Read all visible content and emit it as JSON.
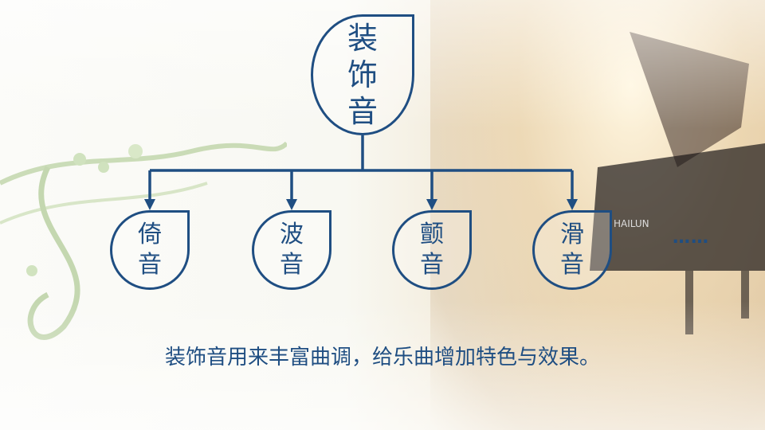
{
  "root": {
    "chars": [
      "装",
      "饰",
      "音"
    ]
  },
  "children": [
    {
      "chars": [
        "倚",
        "音"
      ]
    },
    {
      "chars": [
        "波",
        "音"
      ]
    },
    {
      "chars": [
        "颤",
        "音"
      ]
    },
    {
      "chars": [
        "滑",
        "音"
      ]
    }
  ],
  "ellipsis": "……",
  "caption": "装饰音用来丰富曲调，给乐曲增加特色与效果。",
  "piano_logo": "HAILUN",
  "colors": {
    "accent": "#1f4e82"
  }
}
